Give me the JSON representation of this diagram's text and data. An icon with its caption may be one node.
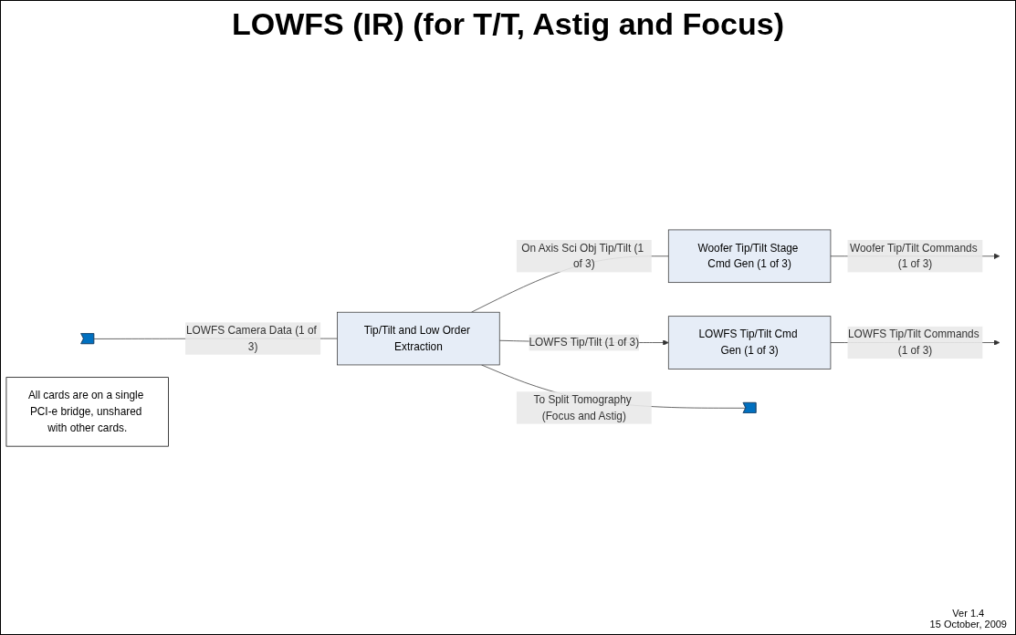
{
  "diagram": {
    "title": "LOWFS (IR) (for T/T, Astig and Focus)",
    "nodes": [
      {
        "text": [
          "Woofer Tip/Tilt Stage Cmd Gen (1 of 3)"
        ]
      },
      {
        "text": [
          "Tip/Tilt and Low Order Extraction"
        ]
      },
      {
        "text": [
          "LOWFS Tip/Tilt Cmd Gen (1 of 3)"
        ]
      },
      {
        "text": [],
        "shape": "pentagon"
      },
      {
        "text": [],
        "shape": "pentagon"
      },
      {
        "text": [
          "All cards are on a single PCI-e bridge, unshared with other cards."
        ]
      }
    ],
    "edges": [
      {
        "from": 0,
        "to": null,
        "arrow": "to",
        "label": "Woofer Tip/Tilt Commands (1 of 3)"
      },
      {
        "from": 1,
        "to": 0,
        "arrow": "none",
        "label": "On Axis Sci Obj Tip/Tilt (1 of 3)"
      },
      {
        "from": 3,
        "to": 1,
        "arrow": "none",
        "label": "LOWFS Camera Data (1 of 3)"
      },
      {
        "from": 1,
        "to": 4,
        "arrow": "none",
        "label": "To Split Tomography (Focus and Astig)"
      },
      {
        "from": 1,
        "to": 2,
        "arrow": "to",
        "label": "LOWFS Tip/Tilt (1 of 3)"
      },
      {
        "from": 2,
        "to": null,
        "arrow": "to",
        "label": "LOWFS Tip/Tilt Commands (1 of 3)"
      }
    ],
    "labels": [
      "Ver 1.4",
      "15 October, 2009"
    ]
  }
}
